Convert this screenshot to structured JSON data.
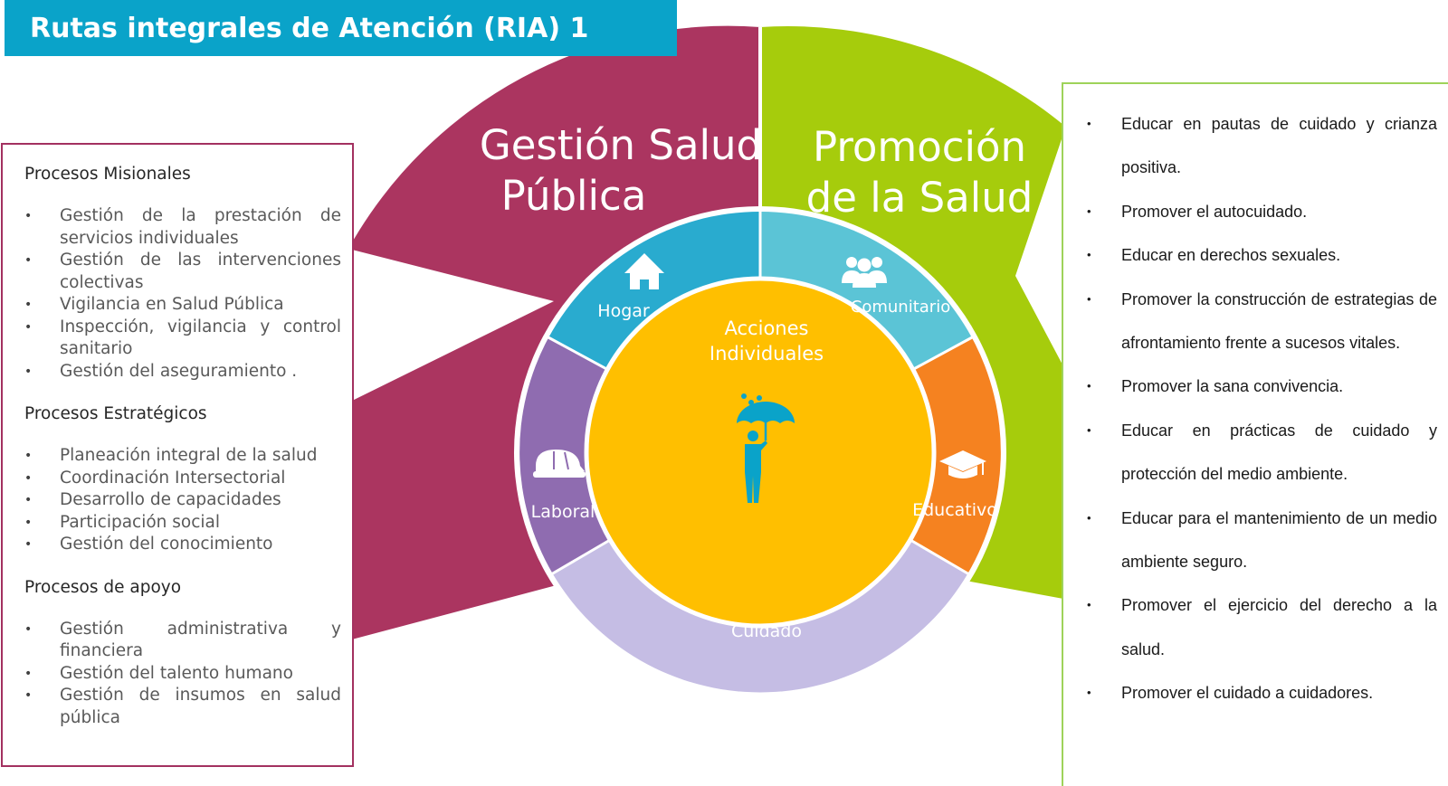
{
  "title": "Rutas integrales de Atención (RIA) 1",
  "sectors": {
    "left_title": [
      "Gestión Salud",
      "Pública"
    ],
    "right_title": [
      "Promoción",
      "de la Salud"
    ]
  },
  "ring": {
    "hogar": "Hogar",
    "comunitario": "Comunitario",
    "educativo": "Educativo",
    "laboral": "Laboral",
    "cuidado": "Cuidado"
  },
  "center": {
    "label": [
      "Acciones",
      "Individuales"
    ]
  },
  "icons": [
    "house-icon",
    "community-icon",
    "graduation-cap-icon",
    "hard-hat-icon",
    "person-umbrella-icon"
  ],
  "colors": {
    "title_bar": "#0aa3c9",
    "gestion": "#ab3560",
    "promocion": "#a6cc0c",
    "hogar": "#29abcf",
    "comunitario": "#5bc4d6",
    "educativo": "#f58220",
    "laboral": "#8f6cb0",
    "cuidado": "#c5bde4",
    "center": "#ffbf00"
  },
  "left_panel": {
    "sections": [
      {
        "title": "Procesos Misionales",
        "items": [
          "Gestión de la prestación de servicios individuales",
          "Gestión de las intervenciones colectivas",
          "Vigilancia en Salud Pública",
          "Inspección, vigilancia y control sanitario",
          "Gestión del aseguramiento ."
        ]
      },
      {
        "title": "Procesos Estratégicos",
        "items": [
          "Planeación integral de la salud",
          "Coordinación Intersectorial",
          "Desarrollo  de capacidades",
          "Participación social",
          "Gestión del conocimiento"
        ]
      },
      {
        "title": "Procesos  de apoyo",
        "items": [
          "Gestión administrativa y financiera",
          "Gestión del talento humano",
          "Gestión de insumos en salud pública"
        ]
      }
    ]
  },
  "right_panel": {
    "items": [
      "Educar en pautas de cuidado y crianza positiva.",
      "Promover el autocuidado.",
      "Educar en derechos sexuales.",
      "Promover la construcción de estrategias de afrontamiento frente a sucesos vitales.",
      "Promover la sana convivencia.",
      "Educar en prácticas  de cuidado y protección del medio  ambiente.",
      "Educar para el mantenimiento de un medio ambiente seguro.",
      "Promover el  ejercicio del derecho a la salud.",
      "Promover el cuidado a cuidadores."
    ]
  }
}
